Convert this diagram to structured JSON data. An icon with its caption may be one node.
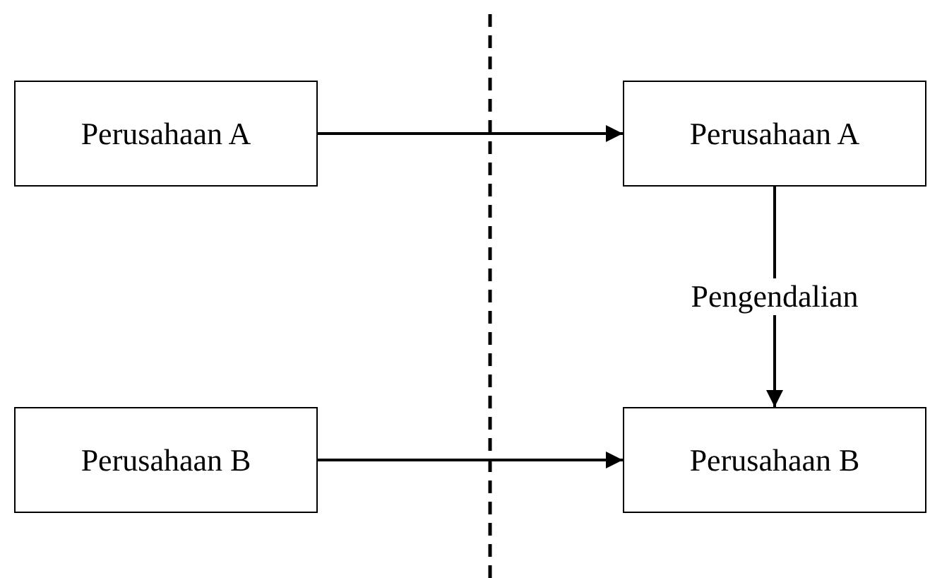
{
  "diagram": {
    "nodes": [
      {
        "text": [
          "Perusahaan A"
        ]
      },
      {
        "text": [
          "Perusahaan A"
        ]
      },
      {
        "text": [
          "Perusahaan B"
        ]
      },
      {
        "text": [
          "Perusahaan B"
        ]
      }
    ],
    "edges": [
      {
        "from": 0,
        "to": 1,
        "arrow": "to"
      },
      {
        "from": 1,
        "to": 3,
        "arrow": "to",
        "label": "Pengendalian"
      },
      {
        "from": 2,
        "to": 3,
        "arrow": "to"
      }
    ]
  }
}
